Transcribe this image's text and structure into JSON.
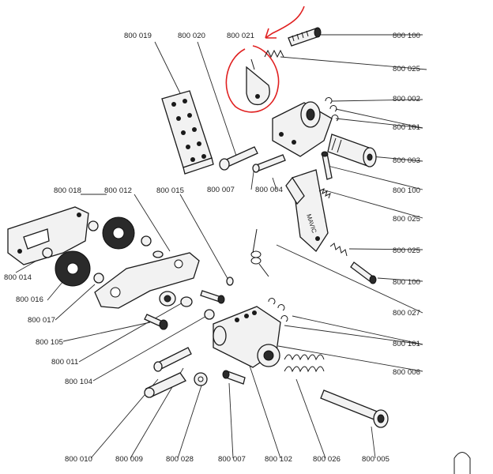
{
  "labels": {
    "p800019_top": "800 019",
    "p800020": "800 020",
    "p800021": "800 021",
    "p800100_top": "800 100",
    "p800025_top": "800 025",
    "p800002": "800 002",
    "p800101_top": "800 101",
    "p800003": "800 003",
    "p800007_mid": "800 007",
    "p800004": "800 004",
    "p800100_mid": "800 100",
    "p800018": "800 018",
    "p800012": "800 012",
    "p800015": "800 015",
    "p800025_mid": "800 025",
    "p800025_low": "800 025",
    "p800014": "800 014",
    "p800100_low": "800 100",
    "p800016": "800 016",
    "p800017": "800 017",
    "p800027": "800 027",
    "p800105": "800 105",
    "p800101_low": "800 101",
    "p800011": "800 011",
    "p800006": "800 006",
    "p800104": "800 104",
    "p800010": "800 010",
    "p800009": "800 009",
    "p800028": "800 028",
    "p800007_bot": "800 007",
    "p800102": "800 102",
    "p800026": "800 026",
    "p800005": "800 005"
  },
  "colors": {
    "annotation": "#e02020",
    "ink": "#1a1a1a",
    "paper": "#ffffff"
  },
  "pulley_logo": "MAVIC"
}
